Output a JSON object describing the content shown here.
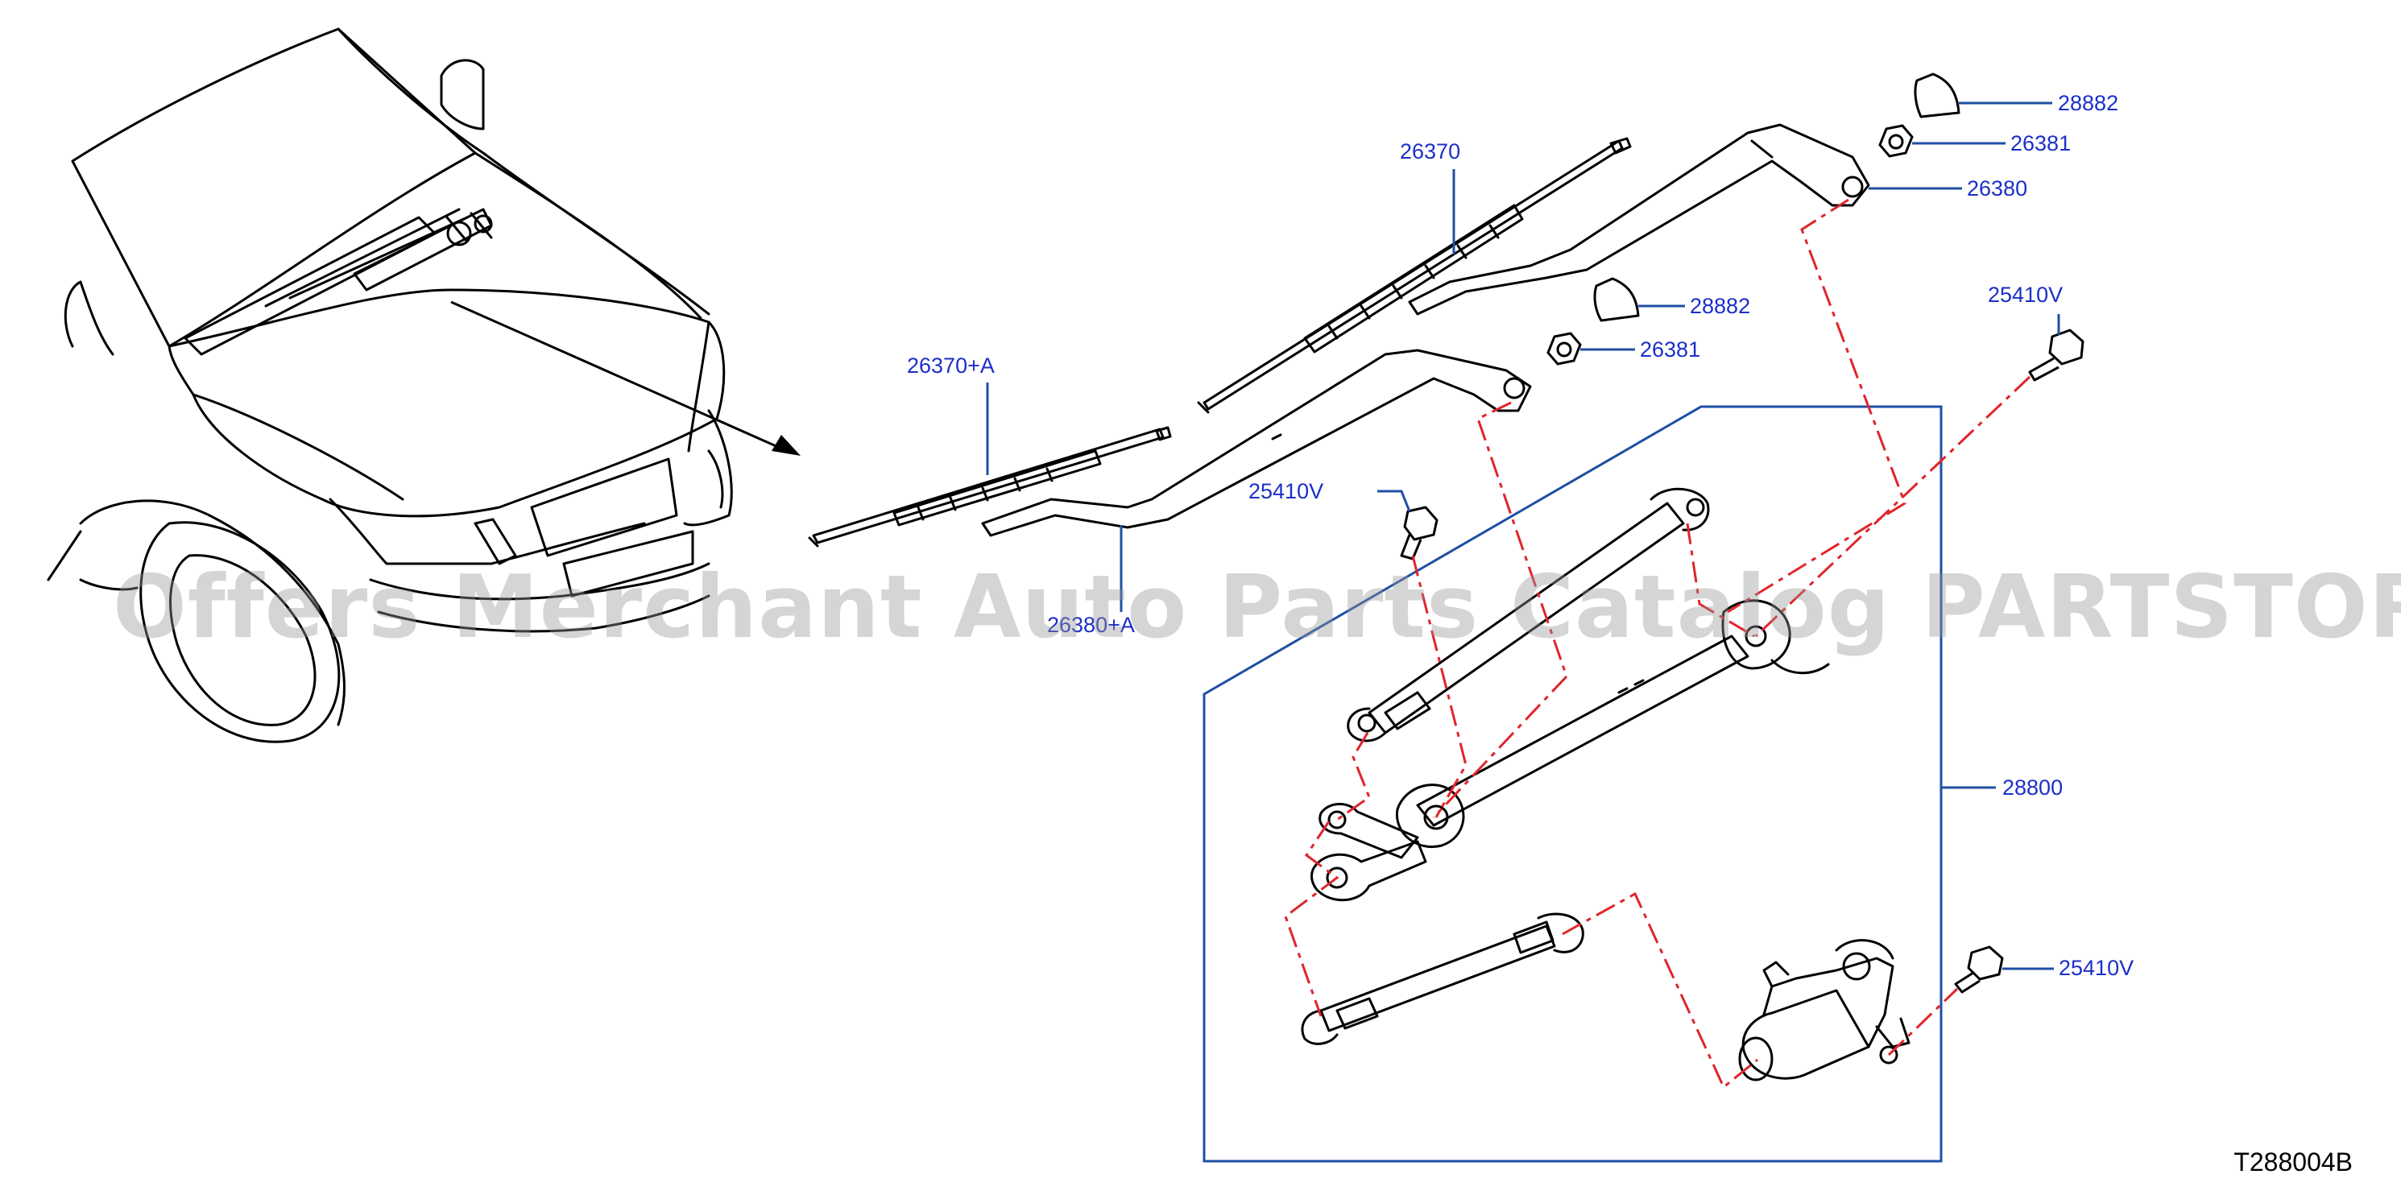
{
  "colors": {
    "line": "#000000",
    "callout": "#1c2fc8",
    "leader": "#1f4fa3",
    "frame": "#1f4fa3",
    "dashed": "#e0252c",
    "watermark": "#969696"
  },
  "callouts": {
    "c28882_top": "28882",
    "c26381_top": "26381",
    "c26380": "26380",
    "c26370": "26370",
    "c28882_mid": "28882",
    "c26381_mid": "26381",
    "c25410v_right": "25410V",
    "c26370a": "26370+A",
    "c25410v_mid": "25410V",
    "c26380a": "26380+A",
    "c28800": "28800",
    "c25410v_bottom": "25410V"
  },
  "watermark": "Offers Merchant Auto Parts Catalog PARTSTORE.SA",
  "ref_code": "T288004B"
}
